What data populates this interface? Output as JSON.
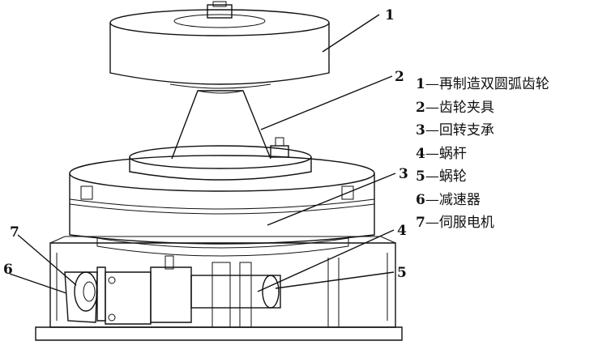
{
  "callouts": [
    {
      "num": "1"
    },
    {
      "num": "2"
    },
    {
      "num": "3"
    },
    {
      "num": "4"
    },
    {
      "num": "5"
    },
    {
      "num": "6"
    },
    {
      "num": "7"
    }
  ],
  "legend": [
    {
      "num": "1",
      "sep": "—",
      "label": "再制造双圆弧齿轮"
    },
    {
      "num": "2",
      "sep": "—",
      "label": "齿轮夹具"
    },
    {
      "num": "3",
      "sep": "—",
      "label": "回转支承"
    },
    {
      "num": "4",
      "sep": "—",
      "label": "蜗杆"
    },
    {
      "num": "5",
      "sep": "—",
      "label": "蜗轮"
    },
    {
      "num": "6",
      "sep": "—",
      "label": "减速器"
    },
    {
      "num": "7",
      "sep": "—",
      "label": "伺服电机"
    }
  ]
}
